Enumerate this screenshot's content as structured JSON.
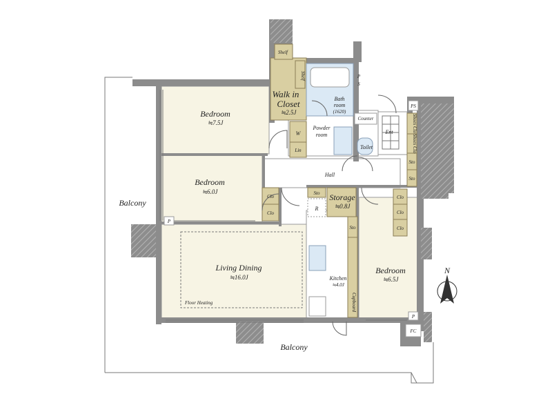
{
  "rooms": {
    "bedroom1": {
      "label": "Bedroom",
      "area": "≒7.5J"
    },
    "bedroom2": {
      "label": "Bedroom",
      "area": "≒6.0J"
    },
    "bedroom3": {
      "label": "Bedroom",
      "area": "≒6.5J"
    },
    "walkin": {
      "label1": "Walk in",
      "label2": "Closet",
      "area": "≒2.5J"
    },
    "bathroom": {
      "label1": "Bath",
      "label2": "room",
      "size": "(1620)"
    },
    "powder": {
      "label1": "Powder",
      "label2": "room"
    },
    "toilet": {
      "label": "Toilet"
    },
    "living": {
      "label": "Living Dining",
      "area": "≒16.0J"
    },
    "kitchen": {
      "label": "Kitchen",
      "area": "≒4.0J"
    },
    "storage": {
      "label": "Storage",
      "area": "≒0.8J"
    },
    "hall": {
      "label": "Hall"
    },
    "entrance": {
      "label": "Ent"
    }
  },
  "labels": {
    "balcony_west": "Balcony",
    "balcony_south": "Balcony",
    "shelf_top": "Shelf",
    "shelf_side": "Shelf",
    "ps_p": "P",
    "ps_s": "S",
    "ps_box": "PS",
    "counter": "Counter",
    "w": "W",
    "lin": "Lin",
    "shoe1": "Shoes Clo",
    "shoe2": "Shoes Clo",
    "sto_ent1": "Sto",
    "sto_ent2": "Sto",
    "sto_hall": "Sto",
    "r": "R",
    "clo_b2_1": "Clo",
    "clo_b2_2": "Clo",
    "clo_b3_1": "Clo",
    "clo_b3_2": "Clo",
    "clo_b3_3": "Clo",
    "sto_kitchen": "Sto",
    "cupboard": "Cupboard",
    "floor_heating": "Floor Heating",
    "p_living": "P",
    "p_bed3": "P",
    "fc": "FC",
    "north": "N"
  }
}
